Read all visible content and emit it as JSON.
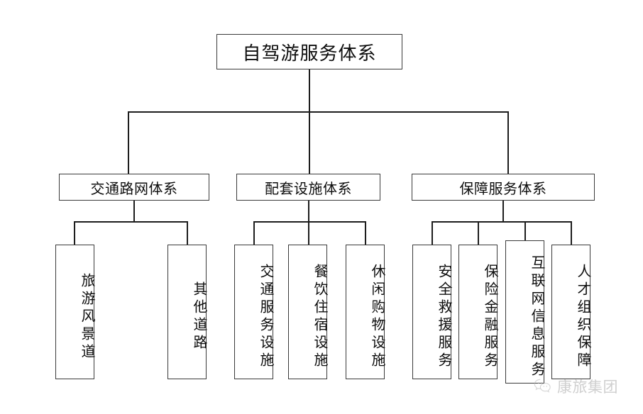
{
  "diagram": {
    "type": "org-chart",
    "title": "自驾游服务体系",
    "root": {
      "id": "root",
      "label": "自驾游服务体系"
    },
    "branches": [
      {
        "id": "branch-transport-network",
        "label": "交通路网体系",
        "children": [
          {
            "id": "leaf-scenic-byway",
            "label": "旅游风景道"
          },
          {
            "id": "leaf-other-roads",
            "label": "其他道路"
          }
        ]
      },
      {
        "id": "branch-supporting-facilities",
        "label": "配套设施体系",
        "children": [
          {
            "id": "leaf-transport-service-facilities",
            "label": "交通服务设施"
          },
          {
            "id": "leaf-dining-lodging-facilities",
            "label": "餐饮住宿设施"
          },
          {
            "id": "leaf-leisure-shopping-facilities",
            "label": "休闲购物设施"
          }
        ]
      },
      {
        "id": "branch-support-services",
        "label": "保障服务体系",
        "children": [
          {
            "id": "leaf-safety-rescue-service",
            "label": "安全救援服务"
          },
          {
            "id": "leaf-insurance-finance-service",
            "label": "保险金融服务"
          },
          {
            "id": "leaf-internet-information-service",
            "label": "互联网信息服务"
          },
          {
            "id": "leaf-talent-organization-support",
            "label": "人才组织保障"
          }
        ]
      }
    ]
  },
  "watermark": {
    "text": "康旅集团",
    "icon": "wechat-icon",
    "color": "#a9a9a9"
  },
  "colors": {
    "background": "#ffffff",
    "box_border": "#3a3a3a",
    "connector": "#1d1d1d",
    "text": "#0d0d0d"
  }
}
